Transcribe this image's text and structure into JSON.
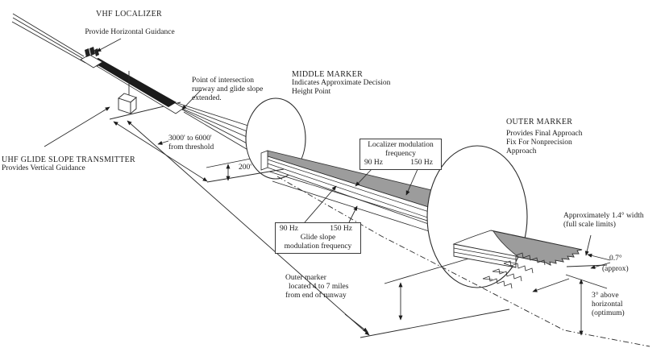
{
  "diagram": {
    "type": "ILS (Instrument Landing System) approach diagram",
    "colors": {
      "ink": "#1c1c1c",
      "beam_gray": "#9c9c9c",
      "runway_black": "#1b1b1b",
      "background": "#ffffff"
    },
    "labels": {
      "vhf_title": "VHF LOCALIZER",
      "vhf_sub": "Provide Horizontal Guidance",
      "uhf_line1": "UHF GLIDE SLOPE TRANSMITTER",
      "uhf_line2": "Provides Vertical Guidance",
      "poi_line1": "Point of intersection",
      "poi_line2": "runway and glide slope",
      "poi_line3": "extended.",
      "mm_title": "MIDDLE MARKER",
      "mm_line1": "Indicates Approximate Decision",
      "mm_line2": "Height Point",
      "om_title": "OUTER MARKER",
      "om_line1": "Provides Final Approach",
      "om_line2": "Fix For Nonprecision",
      "om_line3": "Approach",
      "dist_threshold_line1": "3000' to 6000'",
      "dist_threshold_line2": "from threshold",
      "alt_200": "200'",
      "loc_box_line1": "Localizer modulation",
      "loc_box_line2": "frequency",
      "loc_box_90": "90 Hz",
      "loc_box_150": "150 Hz",
      "gs_box_90": "90 Hz",
      "gs_box_150": "150 Hz",
      "gs_box_line2": "Glide slope",
      "gs_box_line3": "modulation frequency",
      "om_dist_line1": "Outer marker",
      "om_dist_line2": "located 4 to 7 miles",
      "om_dist_line3": "from end of runway",
      "width_line1": "Approximately 1.4° width",
      "width_line2": "(full scale limits)",
      "deg07": "0.7°",
      "deg07_sub": "(approx)",
      "deg3_line1": "3° above",
      "deg3_line2": "horizontal",
      "deg3_line3": "(optimum)"
    }
  }
}
